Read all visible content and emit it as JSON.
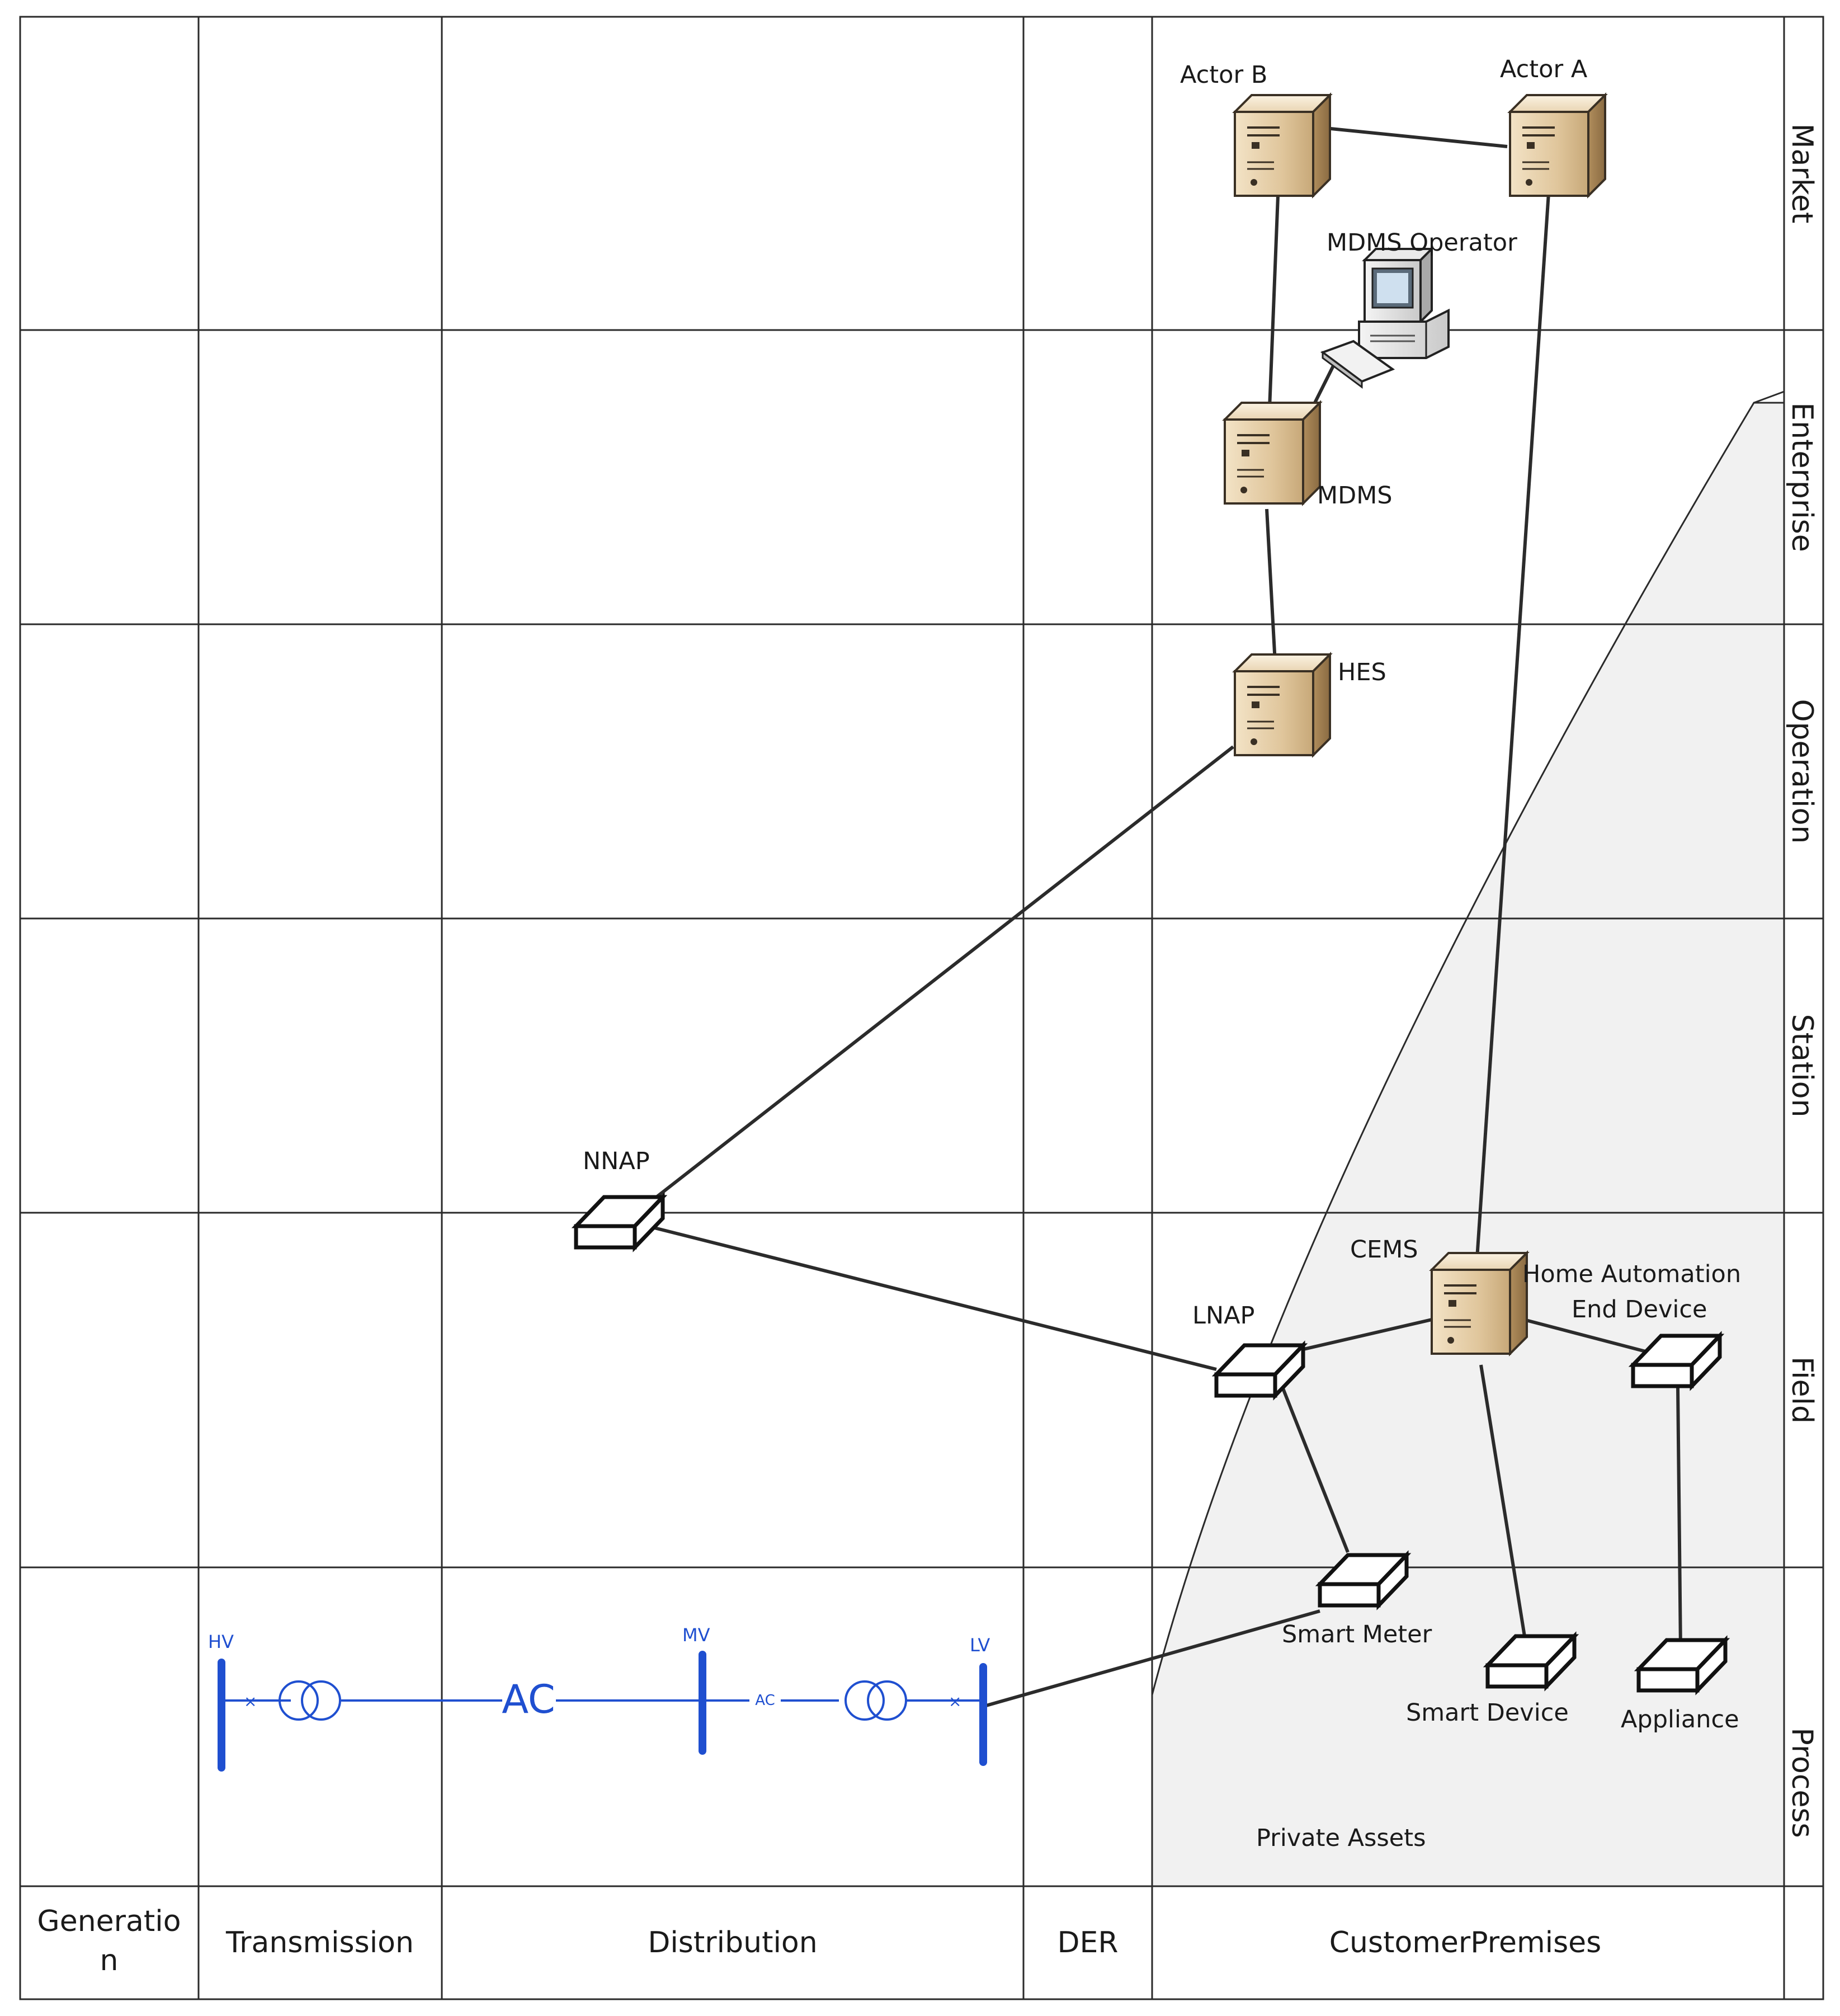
{
  "zones": [
    "Market",
    "Enterprise",
    "Operation",
    "Station",
    "Field",
    "Process"
  ],
  "domains": [
    "Generation",
    "Transmission",
    "Distribution",
    "DER",
    "CustomerPremises"
  ],
  "domain_generation_lines": [
    "Generatio",
    "n"
  ],
  "private_area_label": "Private Assets",
  "nodes": {
    "actor_b": "Actor B",
    "actor_a": "Actor A",
    "mdms_operator": "MDMS Operator",
    "mdms": "MDMS",
    "hes": "HES",
    "nnap": "NNAP",
    "cems": "CEMS",
    "lnap": "LNAP",
    "home_automation_line1": "Home Automation",
    "home_automation_line2": "End Device",
    "smart_meter": "Smart Meter",
    "smart_device": "Smart Device",
    "appliance": "Appliance"
  },
  "electrical": {
    "hv": "HV",
    "mv": "MV",
    "lv": "LV",
    "ac_main": "AC",
    "ac_small": "AC"
  },
  "colors": {
    "electrical": "#1f4fd0",
    "private_area": "#f1f1f1",
    "server_face": "#e8d3b0"
  }
}
